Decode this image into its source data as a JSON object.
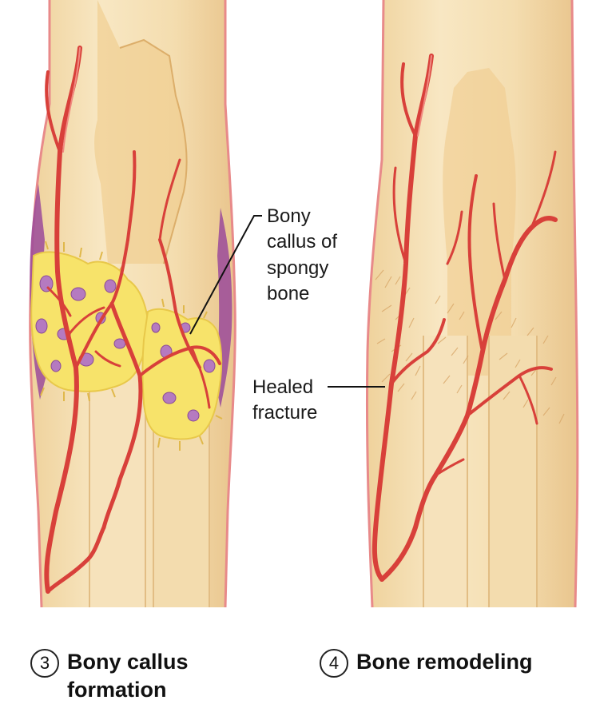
{
  "panels": [
    {
      "number": "3",
      "caption_line1": "Bony callus",
      "caption_line2": "formation"
    },
    {
      "number": "4",
      "caption_line1": "Bone remodeling"
    }
  ],
  "labels": {
    "callus_line1": "Bony",
    "callus_line2": "callus of",
    "callus_line3": "spongy",
    "callus_line4": "bone",
    "healed_line1": "Healed",
    "healed_line2": "fracture"
  },
  "colors": {
    "bone": "#f3dcae",
    "bone_dark": "#e8c48a",
    "periosteum": "#e88a8a",
    "vessel": "#d8403a",
    "callus": "#f7e36a",
    "callus_cell": "#a86ab0",
    "hematoma": "#8a3a8e"
  }
}
